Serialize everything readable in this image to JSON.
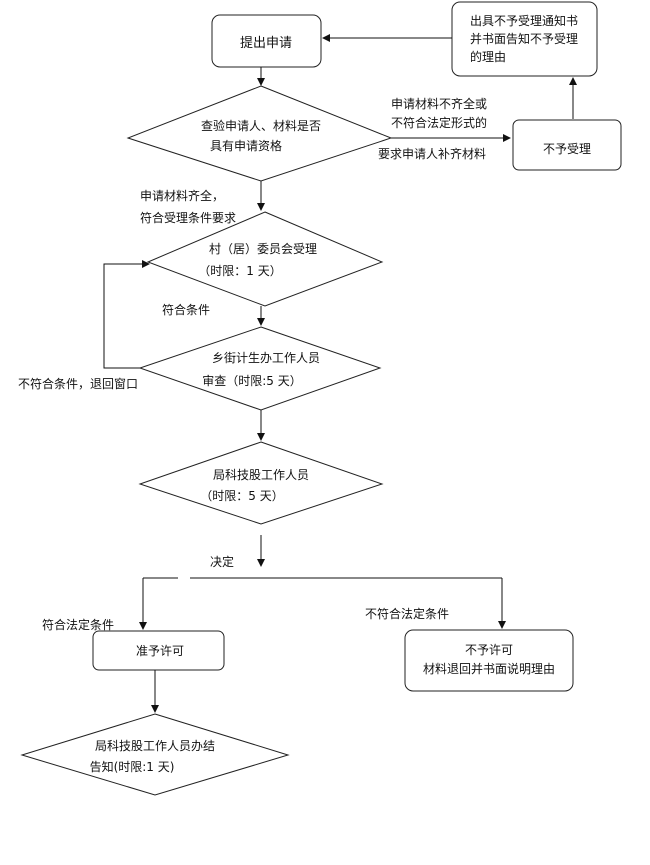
{
  "nodes": {
    "submit": "提出申请",
    "check_line1": "查验申请人、材料是否",
    "check_line2": "具有申请资格",
    "refuse_notice_line1": "出具不予受理通知书",
    "refuse_notice_line2": "并书面告知不予受理",
    "refuse_notice_line3": "的理由",
    "not_accept": "不予受理",
    "village_line1": "村（居）委员会受理",
    "village_line2": "（时限：1 天）",
    "town_line1": "乡街计生办工作人员",
    "town_line2": "审查（时限:5 天）",
    "bureau_line1": "局科技股工作人员",
    "bureau_line2": "（时限：5 天）",
    "approve": "准予许可",
    "deny_line1": "不予许可",
    "deny_line2": "材料退回并书面说明理由",
    "finish_line1": "局科技股工作人员办结",
    "finish_line2": "告知(时限:1 天)"
  },
  "labels": {
    "incomplete_line1": "申请材料不齐全或",
    "incomplete_line2": "不符合法定形式的",
    "incomplete_line3": "要求申请人补齐材料",
    "complete_line1": "申请材料齐全，",
    "complete_line2": "符合受理条件要求",
    "eligible": "符合条件",
    "ineligible_return": "不符合条件，退回窗口",
    "decide": "决定",
    "legal_ok": "符合法定条件",
    "legal_not": "不符合法定条件"
  }
}
